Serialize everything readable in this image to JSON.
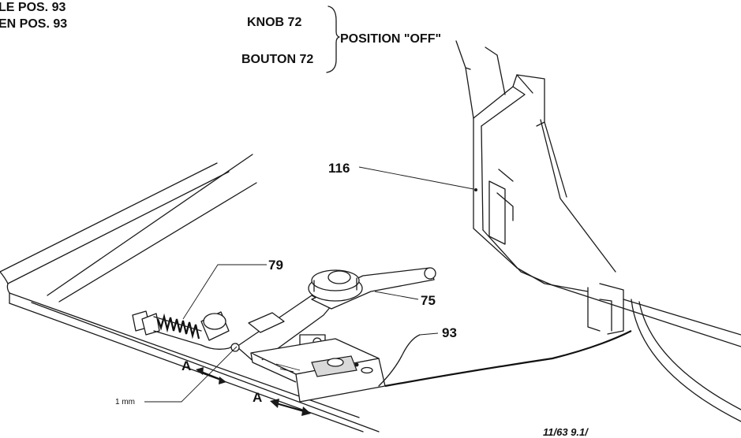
{
  "header": {
    "left_line1": "LE POS. 93",
    "left_line2": "EN POS. 93",
    "knob_en": "KNOB 72",
    "knob_fr": "BOUTON 72",
    "position": "POSITION \"OFF\""
  },
  "callouts": {
    "part_116": "116",
    "part_79": "79",
    "part_75": "75",
    "part_93": "93",
    "gap": "1 mm",
    "view_a_upper": "A",
    "view_a_lower": "A"
  },
  "drawing_code": "11/63 9.1/"
}
